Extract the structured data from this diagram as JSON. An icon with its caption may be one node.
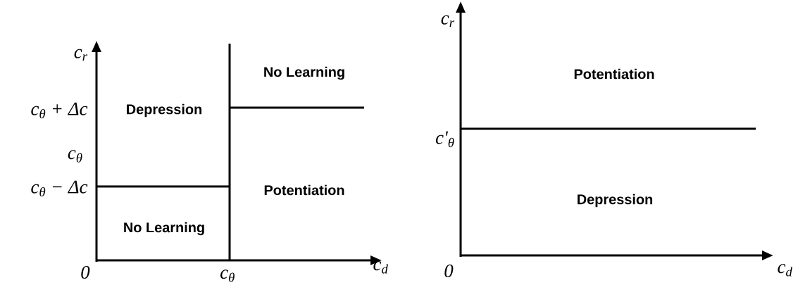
{
  "diagram": {
    "labels": [
      "c$_{r}$",
      "No Learning",
      "c$_{θ}$ + Δc",
      "Depression",
      "c$_{θ}$",
      "c$_{θ}$ − Δc",
      "Potentiation",
      "No Learning",
      "0",
      "c$_{θ}$",
      "c$_{d}$",
      "c$_{r}$",
      "Potentiation",
      "c'$_{θ}$",
      "Depression",
      "0",
      "c$_{d}$"
    ]
  }
}
